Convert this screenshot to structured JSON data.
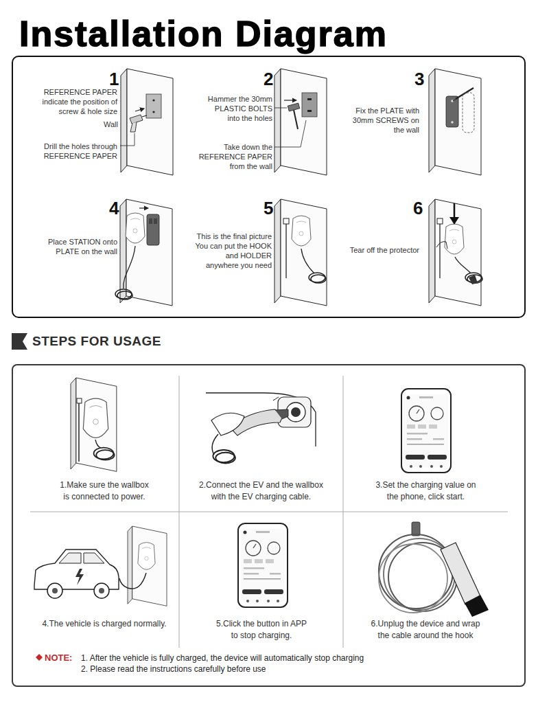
{
  "diagram": {
    "title": "Installation Diagram",
    "nodes": [
      {
        "text": [
          "1",
          "REFERENCE PAPER indicate the position of screw & hole size",
          "Wall",
          "Drill the holes through REFERENCE PAPER",
          "2",
          "Hammer the 30mm PLASTIC BOLTS into the holes",
          "Take down the REFERENCE PAPER from the wall",
          "3",
          "Fix the PLATE with 30mm SCREWS on the wall",
          "4",
          "Place STATION onto PLATE on the wall",
          "5",
          "This is the final picture You can put the HOOK and HOLDER anywhere you need",
          "6",
          "Tear off the protector"
        ]
      },
      {
        "text": [
          "STEPS FOR USAGE",
          "NOTE:",
          "1. After the vehicle is fully charged, the device will automatically stop charging",
          "2. Please read the instructions carefully before use"
        ]
      },
      {
        "text": [
          "1.Make sure the wallbox is connected to power."
        ],
        "in": 1
      },
      {
        "text": [
          "2.Connect the EV and the wallbox with the EV charging cable."
        ],
        "in": 1
      },
      {
        "text": [
          "3.Set the charging value on the phone, click start."
        ],
        "in": 1
      },
      {
        "text": [
          "4.The vehicle is charged normally."
        ],
        "in": 1
      },
      {
        "text": [
          "5.Click the button in APP to stop charging."
        ],
        "in": 1
      },
      {
        "text": [
          "6.Unplug the device and wrap the cable around the hook"
        ],
        "in": 1
      }
    ]
  }
}
